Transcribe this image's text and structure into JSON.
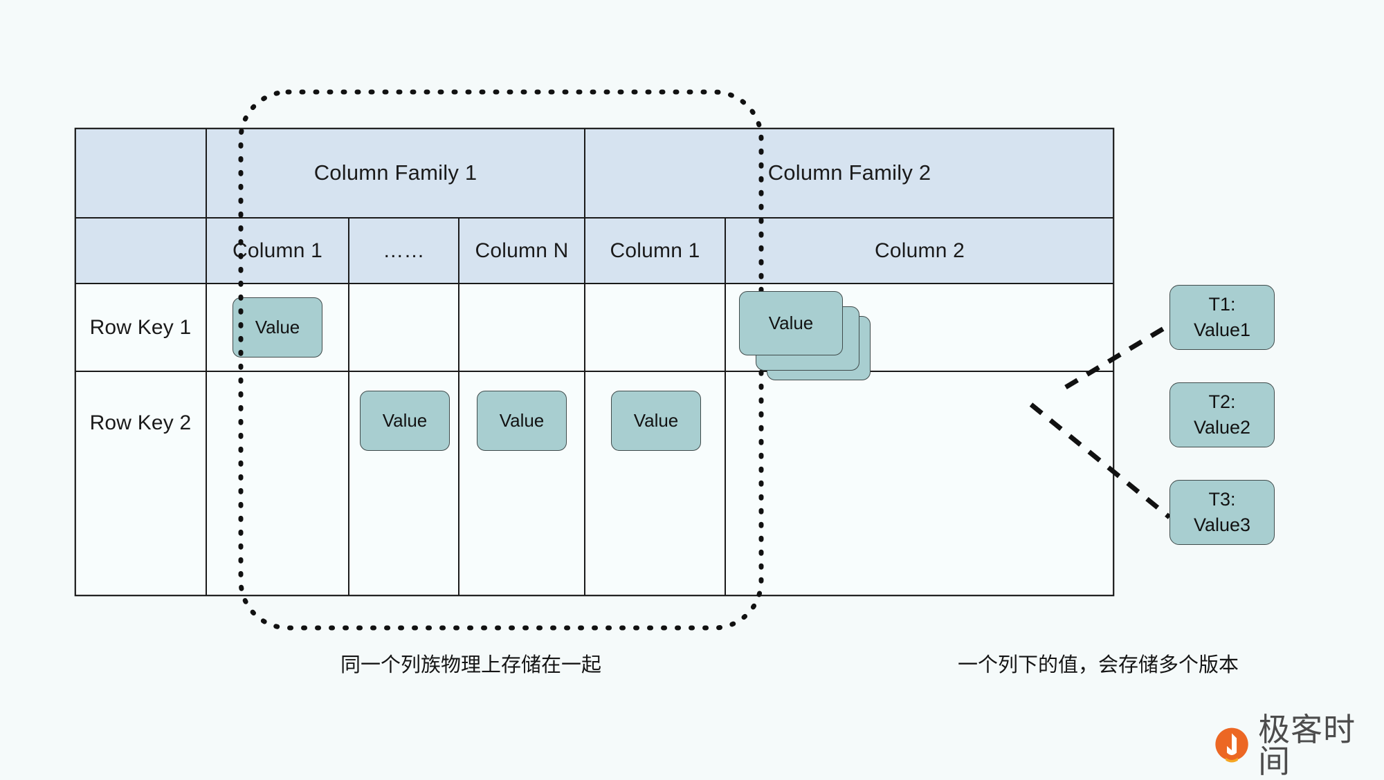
{
  "diagram": {
    "title": "HBase table model: column families, columns, row keys and value versions",
    "colors": {
      "background": "#f5fafa",
      "header_fill": "#d6e3f0",
      "body_fill": "#f8fdfd",
      "value_fill": "#a8ced0",
      "border": "#1a1a1a",
      "dashed": "#111111",
      "logo_orange": "#ec6724"
    }
  },
  "table": {
    "corner_cell_label": "",
    "column_families": [
      {
        "label": "Column Family 1",
        "columns": [
          "Column 1",
          "……",
          "Column N"
        ]
      },
      {
        "label": "Column Family 2",
        "columns": [
          "Column 1",
          "Column 2"
        ]
      }
    ],
    "rows": [
      {
        "row_key": "Row Key 1",
        "cells": [
          {
            "value": "Value",
            "stacked": false
          },
          {
            "value": "",
            "stacked": false
          },
          {
            "value": "",
            "stacked": false
          },
          {
            "value": "",
            "stacked": false
          },
          {
            "value": "Value",
            "stacked": true,
            "stack_count": 3
          }
        ]
      },
      {
        "row_key": "Row Key 2",
        "cells": [
          {
            "value": "",
            "stacked": false
          },
          {
            "value": "Value",
            "stacked": false
          },
          {
            "value": "Value",
            "stacked": false
          },
          {
            "value": "Value",
            "stacked": false
          },
          {
            "value": "",
            "stacked": false
          }
        ]
      }
    ]
  },
  "versions": {
    "items": [
      {
        "label": "T1:",
        "value": "Value1"
      },
      {
        "label": "T2:",
        "value": "Value2"
      },
      {
        "label": "T3:",
        "value": "Value3"
      }
    ]
  },
  "annotations": {
    "column_family_group_caption": "同一个列族物理上存储在一起",
    "versions_caption": "一个列下的值，会存储多个版本"
  },
  "branding": {
    "name": "极客时间",
    "mark": "geekbang-logo-icon"
  }
}
